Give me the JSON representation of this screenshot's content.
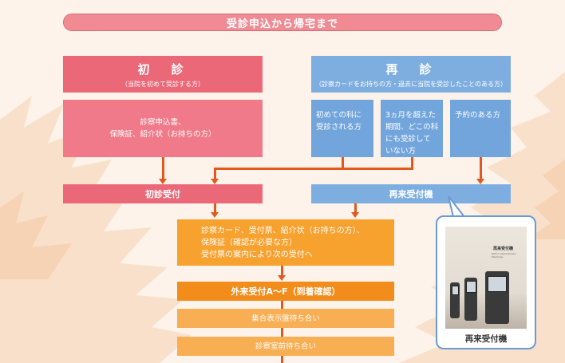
{
  "header": {
    "title": "受診申込から帰宅まで"
  },
  "first_visit": {
    "title": "初　診",
    "subtitle": "（当院を初めて受診する方）",
    "documents": [
      "診察申込書、",
      "保険証、紹介状（お持ちの方）"
    ],
    "reception": "初診受付"
  },
  "return_visit": {
    "title": "再　診",
    "subtitle": "（診察カードをお持ちの方・過去に当院を受診したことのある方）",
    "cases": [
      {
        "lines": [
          "初めての科に",
          "受診される方"
        ]
      },
      {
        "lines": [
          "3ヵ月を超えた",
          "期間、どこの科",
          "にも受診して",
          "いない方"
        ]
      },
      {
        "lines": [
          "予約のある方"
        ]
      }
    ],
    "machine": "再来受付機"
  },
  "common": {
    "items": [
      "診察カード、受付票、紹介状（お持ちの方）、",
      "保険証（確認が必要な方）",
      "受付票の案内により次の受付へ"
    ],
    "reception": "外来受付A～F（到着確認）",
    "steps": [
      "集合表示盤待ち合い",
      "診察室前待ち合い"
    ]
  },
  "photo": {
    "sign": "再来受付機",
    "sign_sub": "Return Appointment Machines",
    "caption": "再来受付機"
  },
  "colors": {
    "pink": "#eb6878",
    "blue": "#7eaee0",
    "orange": "#f7a12e",
    "connector": "#e2581f"
  }
}
